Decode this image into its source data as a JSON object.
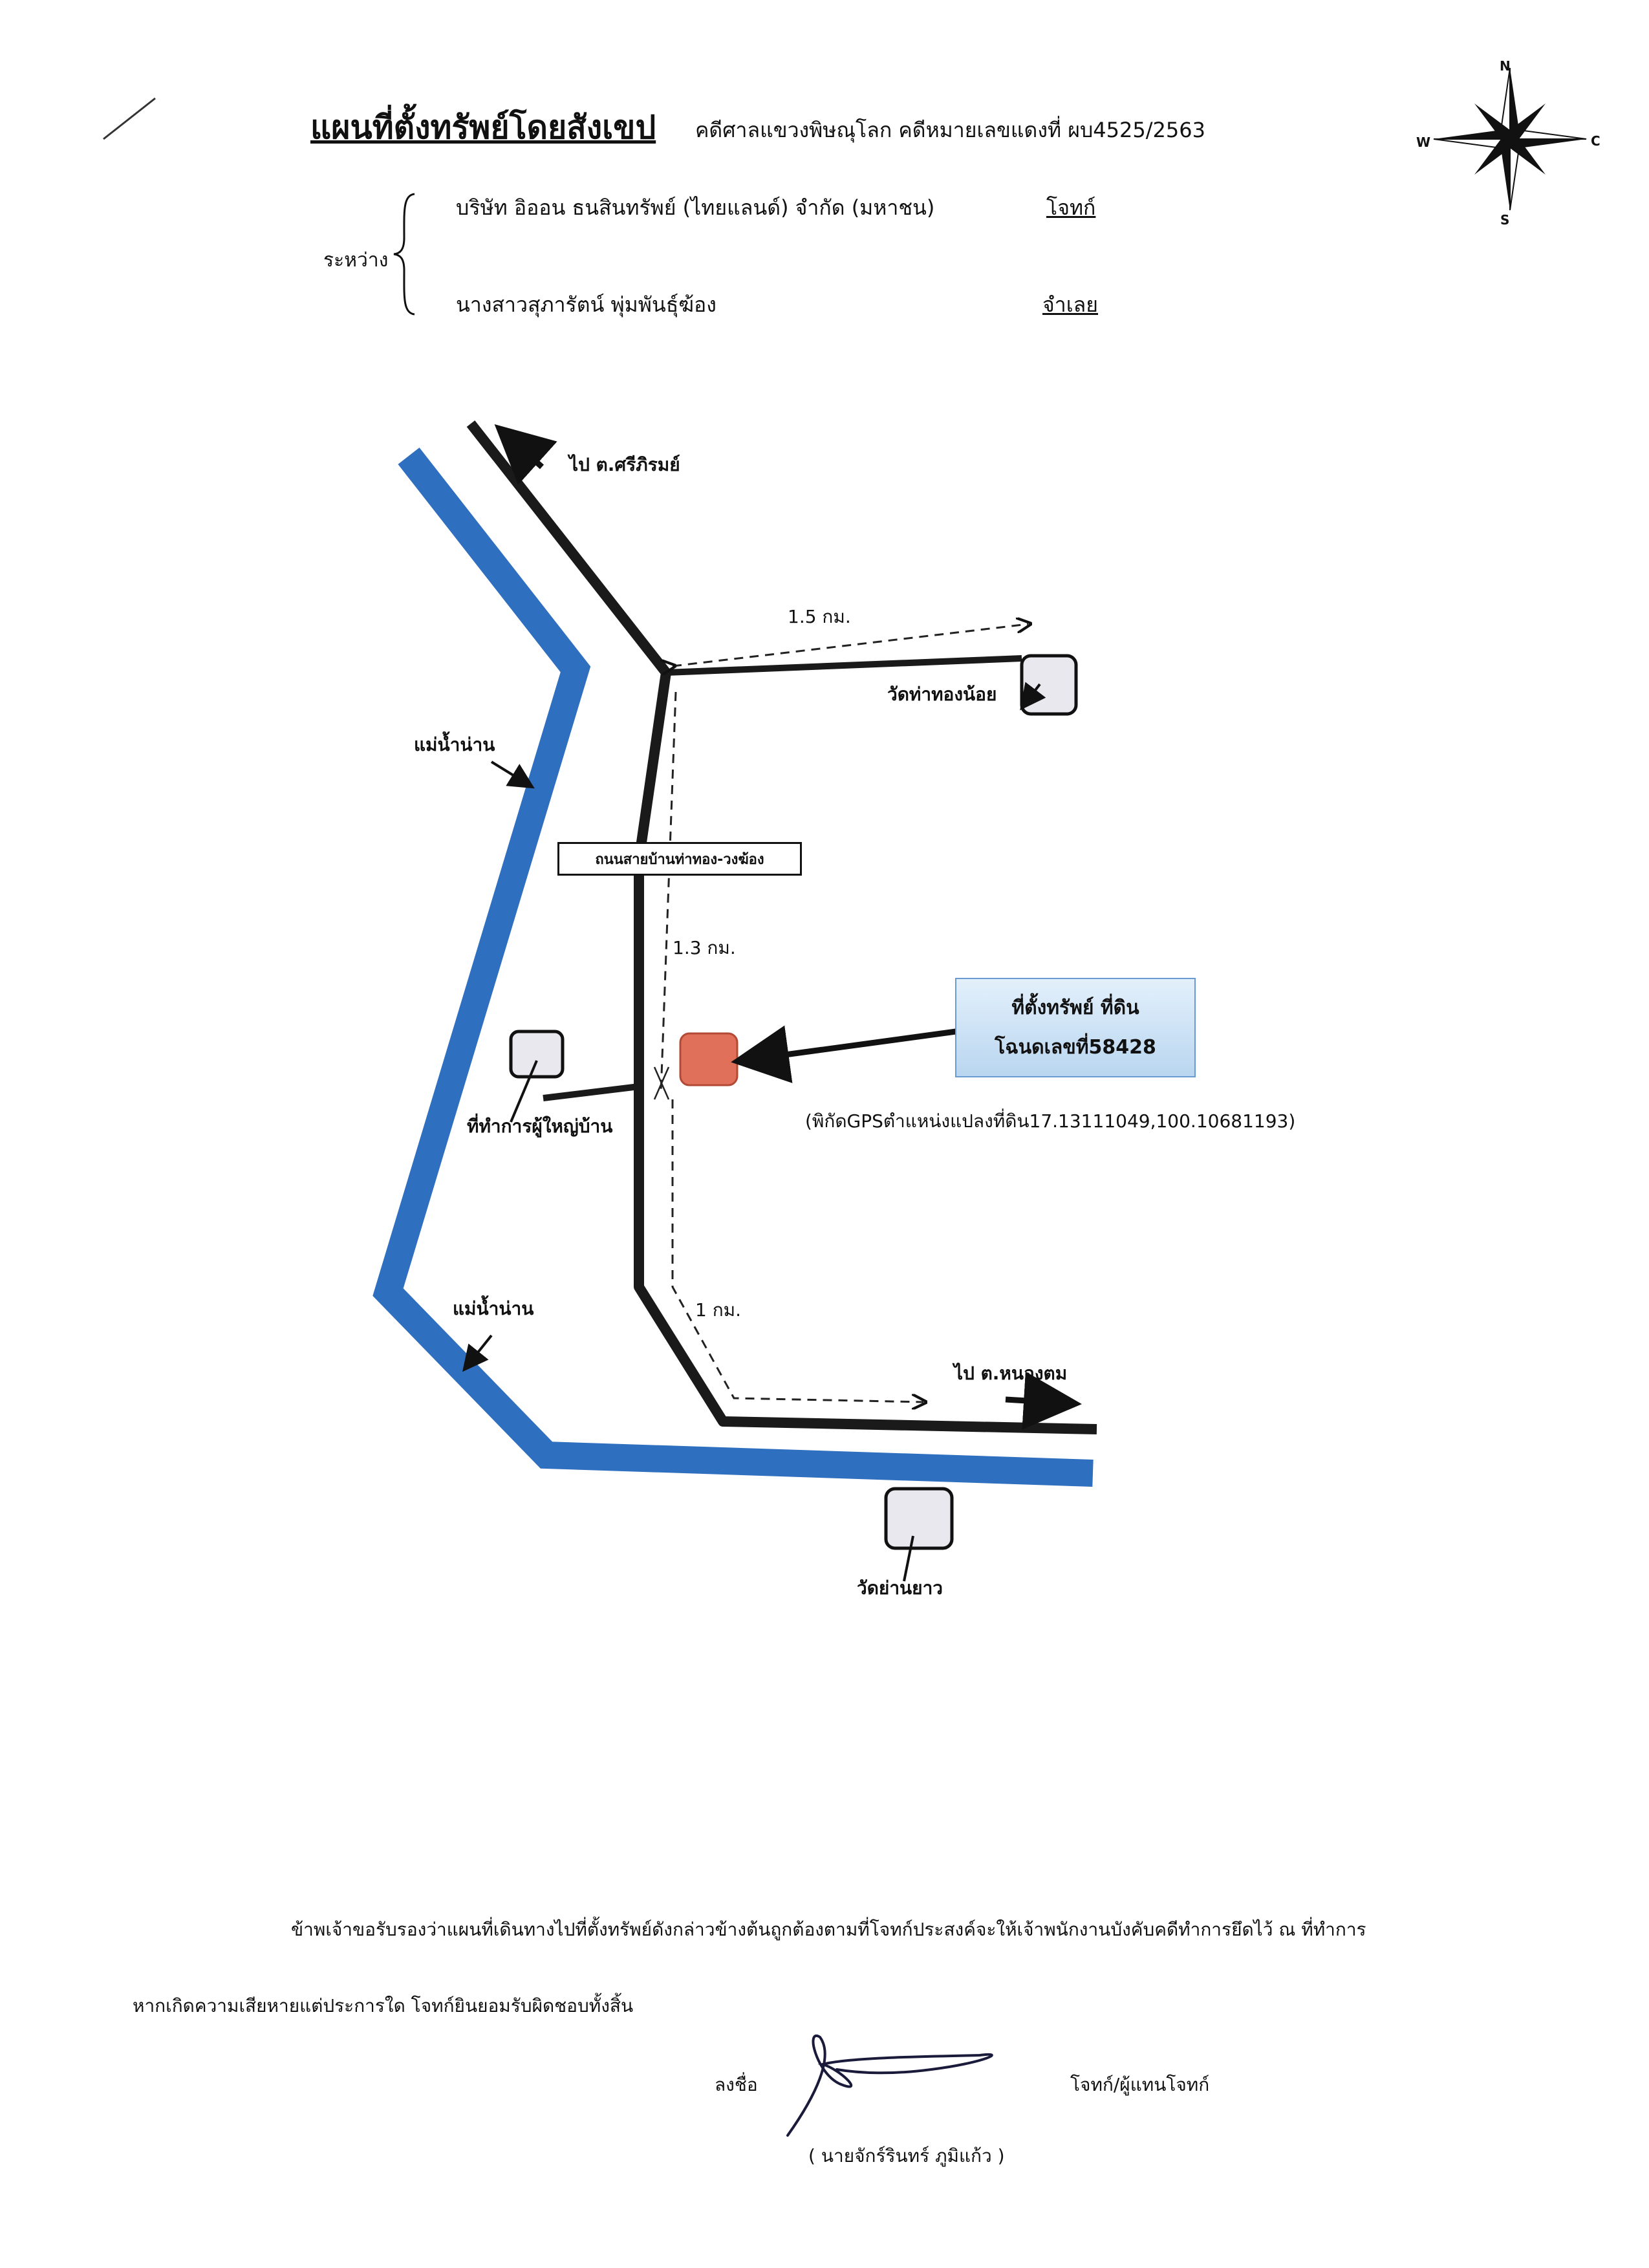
{
  "header": {
    "title": "แผนที่ตั้งทรัพย์โดยสังเขป",
    "court_case": "คดีศาลแขวงพิษณุโลก  คดีหมายเลขแดงที่ ผบ4525/2563",
    "between_label": "ระหว่าง",
    "plaintiff_name": "บริษัท อิออน ธนสินทรัพย์ (ไทยแลนด์) จำกัด (มหาชน)",
    "plaintiff_role": "โจทก์",
    "defendant_name": "นางสาวสุภารัตน์ พุ่มพันธุ์ฆ้อง",
    "defendant_role": "จำเลย"
  },
  "compass": {
    "n": "N",
    "s": "S",
    "w": "W",
    "e": "C"
  },
  "map": {
    "to_sriphirom": "ไป ต.ศรีภิรมย์",
    "dist_1": "1.5 กม.",
    "wat_thathongnoi": "วัดท่าทองน้อย",
    "river_upper": "แม่น้ำน่าน",
    "road_name": "ถนนสายบ้านท่าทอง-วงฆ้อง",
    "dist_2": "1.3 กม.",
    "land_title": "ที่ตั้งทรัพย์ ที่ดิน",
    "land_deed": "โฉนดเลขที่58428",
    "gps": "(พิกัดGPSตำแหน่งแปลงที่ดิน17.13111049,100.10681193)",
    "headman_office": "ที่ทำการผู้ใหญ่บ้าน",
    "river_lower": "แม่น้ำน่าน",
    "dist_3": "1 กม.",
    "to_nongtom": "ไป ต.หนองตม",
    "wat_yanyao": "วัดย่านยาว",
    "colors": {
      "river": "#2f6fbf",
      "road": "#1a1a1a",
      "land_marker": "#e0705a",
      "landmark": "#e8e8ee"
    }
  },
  "footer": {
    "certify_line1": "ข้าพเจ้าขอรับรองว่าแผนที่เดินทางไปที่ตั้งทรัพย์ดังกล่าวข้างต้นถูกต้องตามที่โจทก์ประสงค์จะให้เจ้าพนักงานบังคับคดีทำการยึดไว้  ณ ที่ทำการ",
    "certify_line2": "หากเกิดความเสียหายแต่ประการใด โจทก์ยินยอมรับผิดชอบทั้งสิ้น",
    "sign_label": "ลงชื่อ",
    "signer_role": "โจทก์/ผู้แทนโจทก์",
    "signer_name": "( นายจักร์รินทร์ ภูมิแก้ว   )"
  }
}
